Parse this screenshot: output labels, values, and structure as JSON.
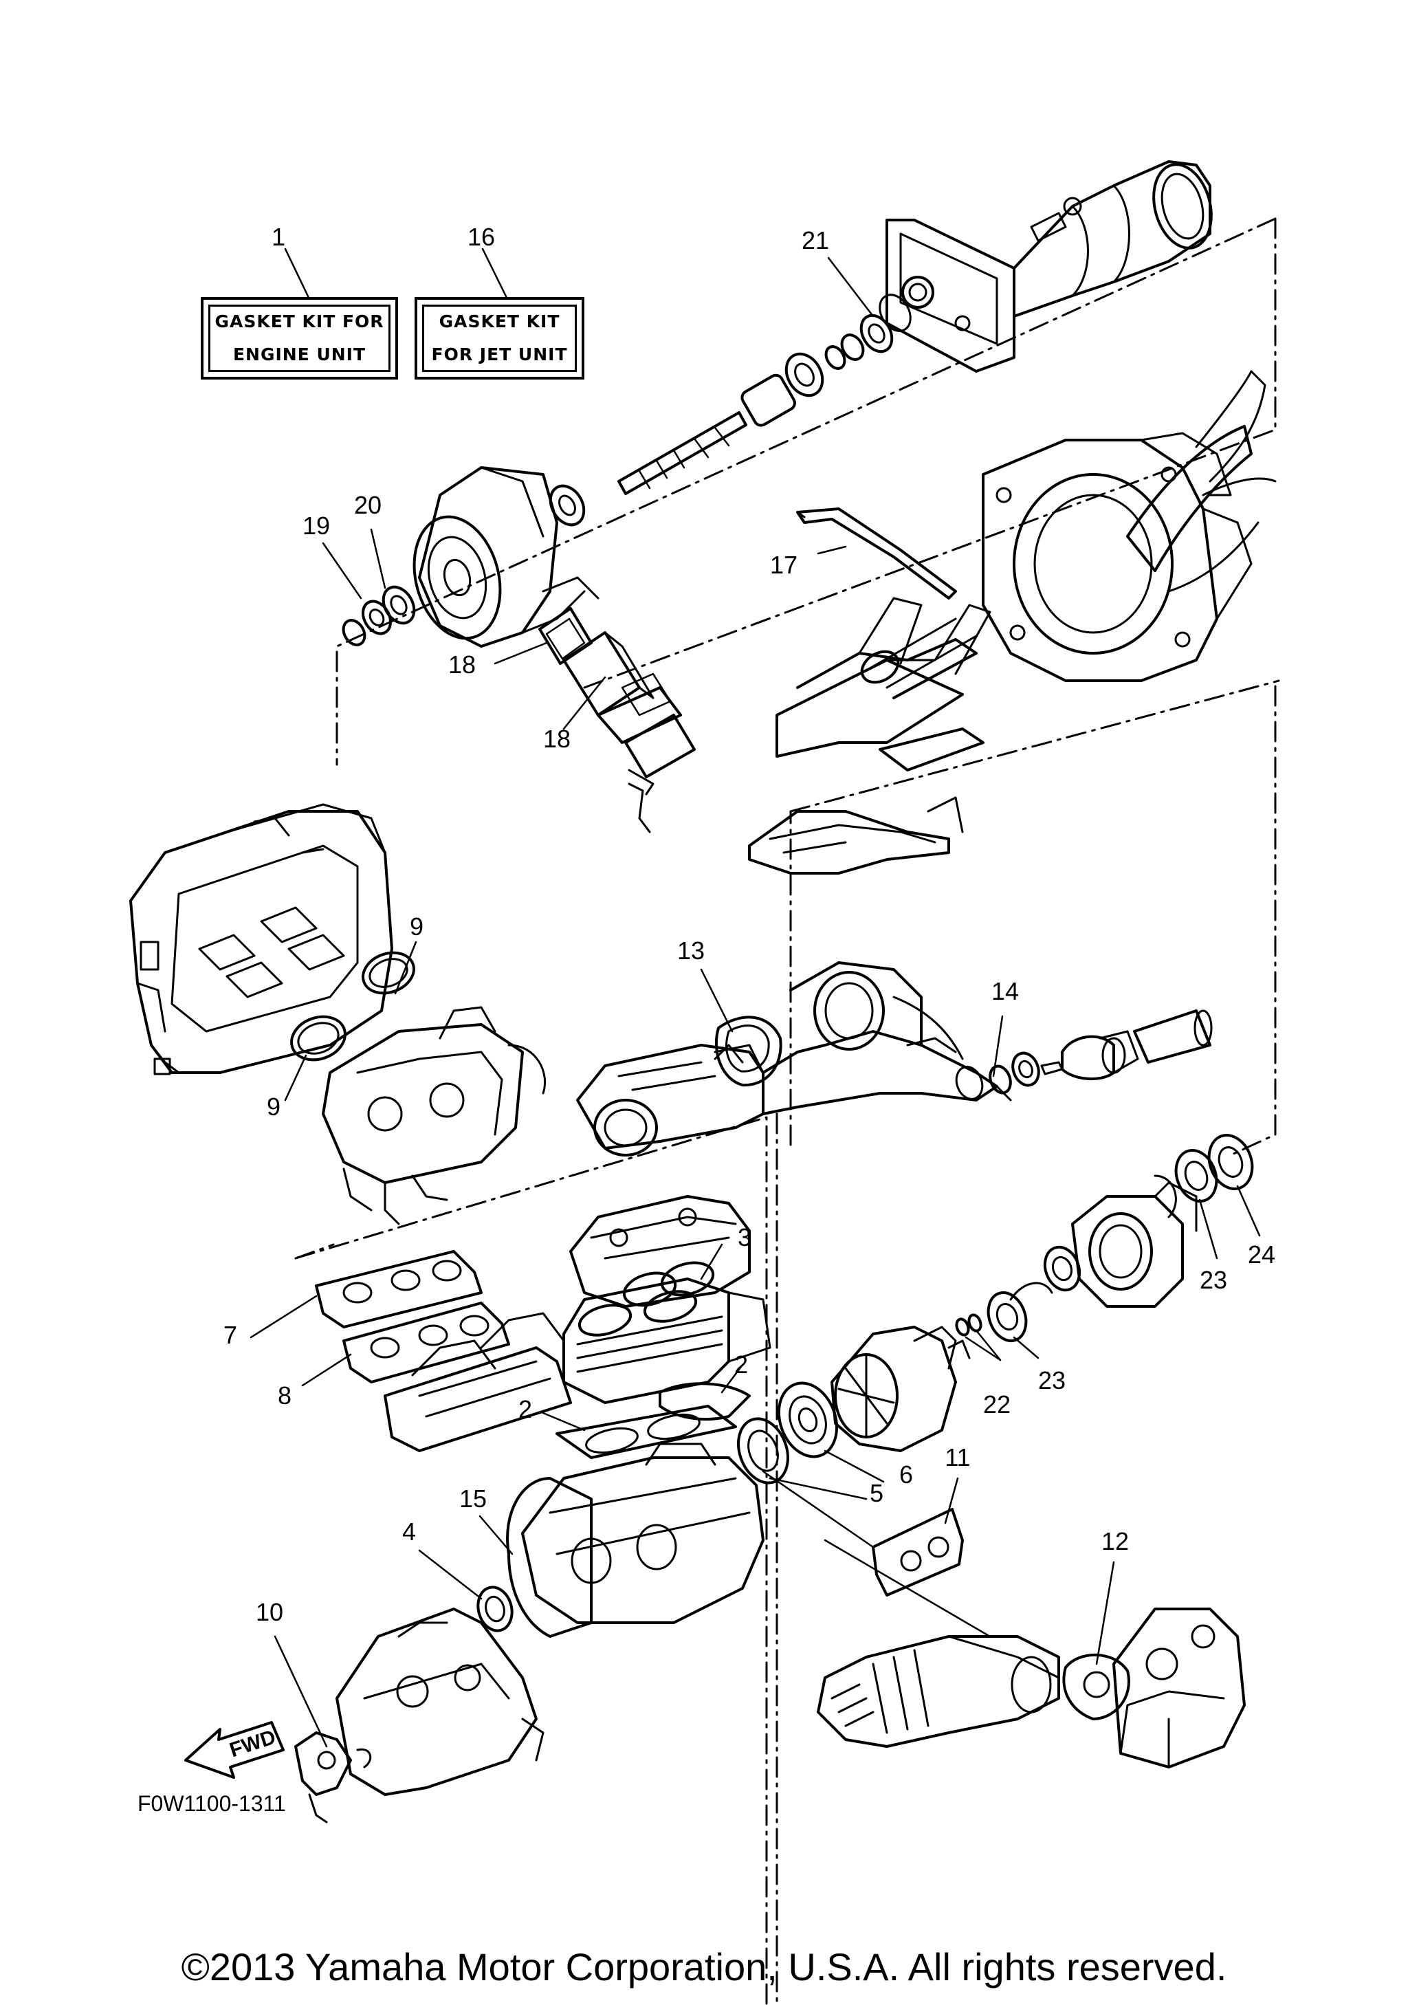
{
  "kits": [
    {
      "callout": "1",
      "line1": "GASKET KIT FOR",
      "line2": "ENGINE UNIT"
    },
    {
      "callout": "16",
      "line1": "GASKET KIT",
      "line2": "FOR JET UNIT"
    }
  ],
  "callouts": [
    "1",
    "16",
    "21",
    "20",
    "19",
    "17",
    "18",
    "18",
    "9",
    "9",
    "13",
    "14",
    "3",
    "7",
    "2",
    "8",
    "2",
    "24",
    "23",
    "23",
    "22",
    "6",
    "5",
    "11",
    "15",
    "4",
    "12",
    "10"
  ],
  "fwd_label": "FWD",
  "diagram_code": "F0W1100-1311",
  "copyright": "©2013 Yamaha Motor Corporation, U.S.A. All rights reserved."
}
